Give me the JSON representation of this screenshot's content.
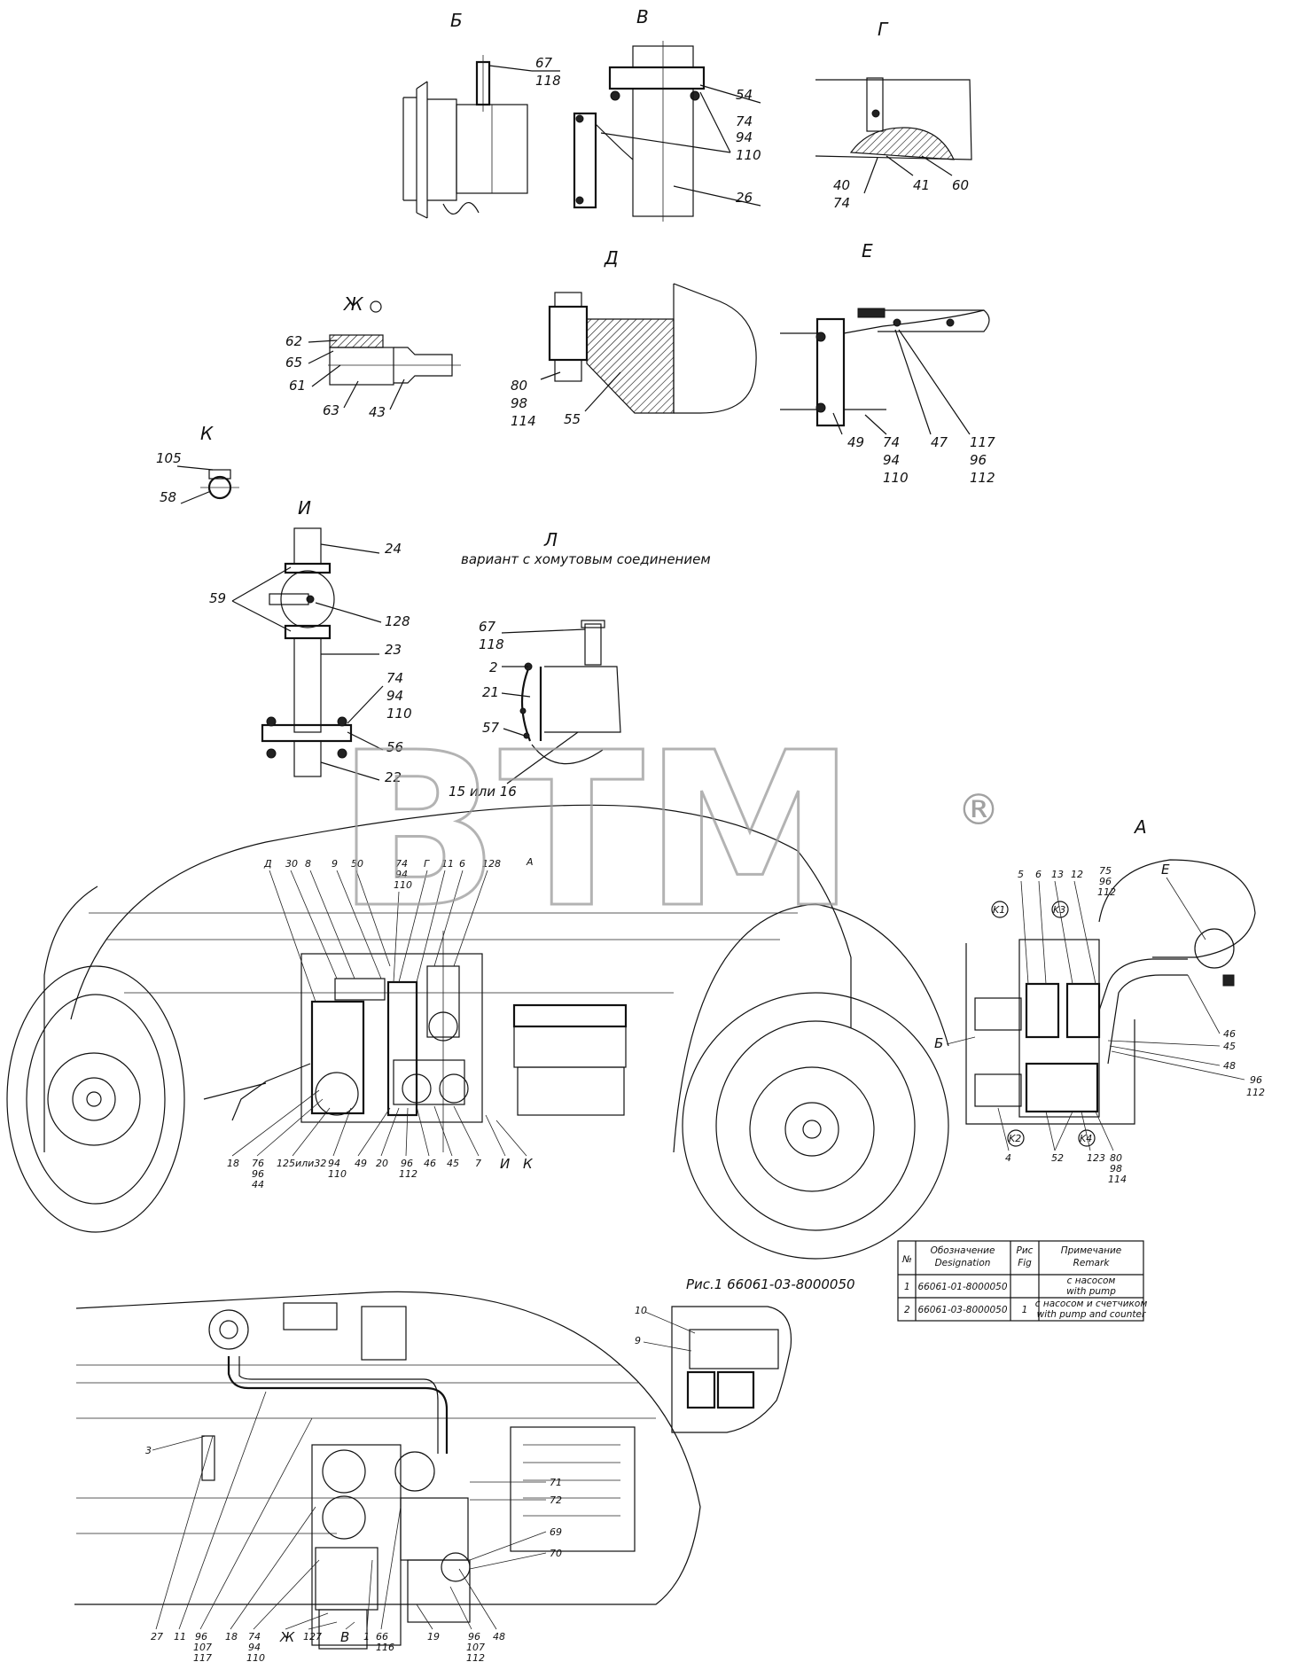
{
  "views": {
    "b": "Б",
    "v": "В",
    "g": "Г",
    "d": "Д",
    "e": "Е",
    "zh": "Ж",
    "k": "К",
    "i": "И",
    "l": "Л",
    "a": "А"
  },
  "view_l_note": "вариант с хомутовым соединением",
  "labels": {
    "b_67": "67",
    "b_118": "118",
    "v_54": "54",
    "v_74": "74",
    "v_94": "94",
    "v_110": "110",
    "v_26": "26",
    "g_40": "40",
    "g_74": "74",
    "g_41": "41",
    "g_60": "60",
    "zh_62": "62",
    "zh_65": "65",
    "zh_61": "61",
    "zh_63": "63",
    "zh_43": "43",
    "d_80": "80",
    "d_98": "98",
    "d_114": "114",
    "d_55": "55",
    "e_49": "49",
    "e_74": "74",
    "e_94": "94",
    "e_110": "110",
    "e_47": "47",
    "e_117": "117",
    "e_96": "96",
    "e_112": "112",
    "k_105": "105",
    "k_58": "58",
    "i_24": "24",
    "i_59": "59",
    "i_128": "128",
    "i_23": "23",
    "i_74": "74",
    "i_94": "94",
    "i_110": "110",
    "i_56": "56",
    "i_22": "22",
    "l_67": "67",
    "l_118": "118",
    "l_2": "2",
    "l_21": "21",
    "l_57": "57",
    "l_15": "15 или 16"
  },
  "main_top_labels": [
    "Д",
    "30",
    "8",
    "9",
    "50",
    "74",
    "94",
    "110",
    "Г",
    "11",
    "6",
    "128",
    "А"
  ],
  "main_bottom_labels": [
    "18",
    "76",
    "96",
    "44",
    "125или32",
    "94",
    "110",
    "49",
    "20",
    "96",
    "112",
    "46",
    "45",
    "7",
    "И",
    "К"
  ],
  "view_a_labels": {
    "top": [
      "5",
      "6",
      "13",
      "12",
      "75",
      "96",
      "112",
      "Е"
    ],
    "right": [
      "46",
      "45",
      "48",
      "96",
      "112"
    ],
    "left": "Б",
    "bottom": [
      "4",
      "52",
      "123",
      "80",
      "98",
      "114"
    ],
    "markers": [
      "K1",
      "K2",
      "K3",
      "K4"
    ]
  },
  "lower_labels": {
    "left": "3",
    "right": [
      "71",
      "72",
      "69",
      "70"
    ],
    "bottom": [
      "27",
      "11",
      "96",
      "107",
      "117",
      "18",
      "74",
      "94",
      "110",
      "Ж",
      "127",
      "В",
      "1",
      "66",
      "116",
      "19",
      "96",
      "107",
      "112",
      "48"
    ]
  },
  "inset_labels": [
    "10",
    "9"
  ],
  "table": {
    "headers": [
      {
        "ru": "№",
        "en": ""
      },
      {
        "ru": "Обозначение",
        "en": "Designation"
      },
      {
        "ru": "Рис",
        "en": "Fig"
      },
      {
        "ru": "Примечание",
        "en": "Remark"
      }
    ],
    "rows": [
      {
        "n": "1",
        "designation": "66061-01-8000050",
        "fig": "",
        "remark_ru": "с насосом",
        "remark_en": "with pump"
      },
      {
        "n": "2",
        "designation": "66061-03-8000050",
        "fig": "1",
        "remark_ru": "с насосом и счетчиком",
        "remark_en": "with pump and counter"
      }
    ]
  },
  "figure_caption": "Рис.1 66061-03-8000050",
  "watermark": {
    "text": "BTM",
    "reg": "®"
  }
}
